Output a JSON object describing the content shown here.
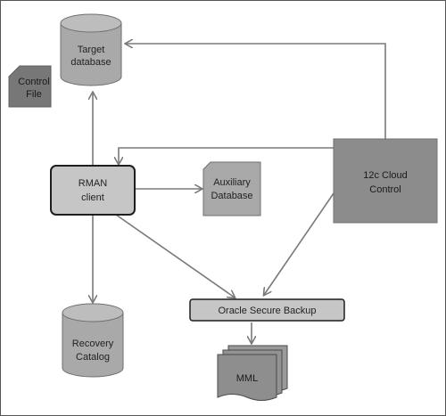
{
  "nodes": {
    "target_db": {
      "line1": "Target",
      "line2": "database"
    },
    "control_file": {
      "line1": "Control",
      "line2": "File"
    },
    "rman_client": {
      "line1": "RMAN",
      "line2": "client"
    },
    "auxiliary_db": {
      "line1": "Auxiliary",
      "line2": "Database"
    },
    "cloud_control": {
      "line1": "12c Cloud",
      "line2": "Control"
    },
    "secure_backup": {
      "label": "Oracle Secure Backup"
    },
    "recovery_catalog": {
      "line1": "Recovery",
      "line2": "Catalog"
    },
    "mml": {
      "label": "MML"
    }
  },
  "colors": {
    "cylinder_fill": "#a9a9a9",
    "cylinder_top": "#bdbdbd",
    "box_light": "#c6c6c6",
    "box_dark": "#8c8c8c",
    "control_file": "#777777",
    "mml_fill": "#8e8e8e",
    "arrow": "#7a7a7a",
    "border": "#555555"
  }
}
